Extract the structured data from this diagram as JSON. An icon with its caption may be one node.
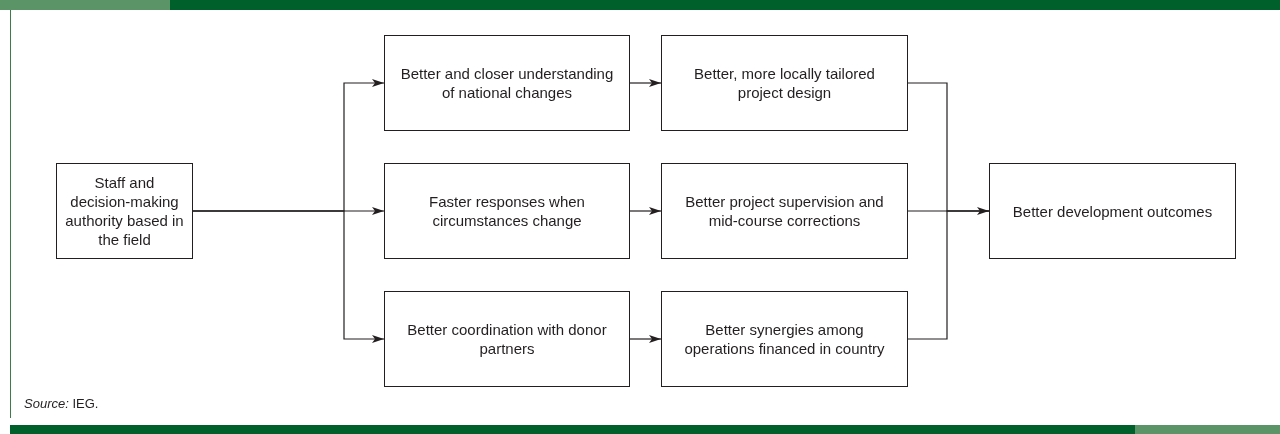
{
  "diagram": {
    "nodes": [
      {
        "text": [
          "Staff and decision-making authority based in the field"
        ]
      },
      {
        "text": [
          "Better and closer understanding of national changes"
        ]
      },
      {
        "text": [
          "Faster responses when circumstances change"
        ]
      },
      {
        "text": [
          "Better coordination with donor partners"
        ]
      },
      {
        "text": [
          "Better, more locally tailored project design"
        ]
      },
      {
        "text": [
          "Better project supervision and mid-course corrections"
        ]
      },
      {
        "text": [
          "Better synergies among operations financed in country"
        ]
      },
      {
        "text": [
          "Better development outcomes"
        ]
      }
    ],
    "edges": [
      {
        "from": 0,
        "to": 1,
        "arrow": "to"
      },
      {
        "from": 0,
        "to": 2,
        "arrow": "to"
      },
      {
        "from": 0,
        "to": 3,
        "arrow": "to"
      },
      {
        "from": 1,
        "to": 4,
        "arrow": "to"
      },
      {
        "from": 2,
        "to": 5,
        "arrow": "to"
      },
      {
        "from": 3,
        "to": 6,
        "arrow": "to"
      },
      {
        "from": 4,
        "to": 7,
        "arrow": "none"
      },
      {
        "from": 5,
        "to": 7,
        "arrow": "to"
      },
      {
        "from": 6,
        "to": 7,
        "arrow": "none"
      }
    ],
    "labels": [
      "*Source:* IEG."
    ]
  }
}
